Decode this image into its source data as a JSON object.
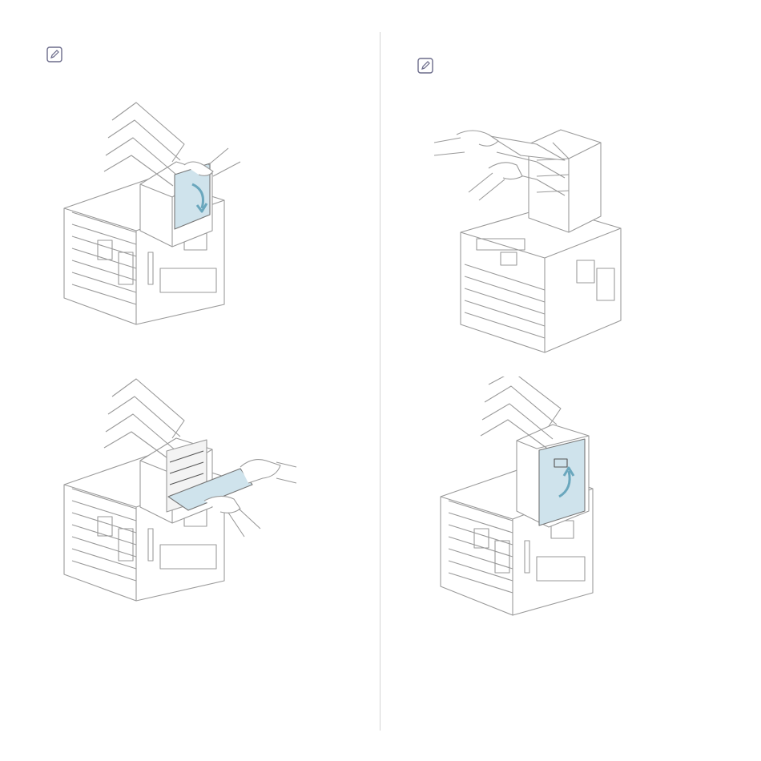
{
  "document": {
    "divider": "vertical-column-rule",
    "columns": [
      {
        "note_icon": "note-pencil-icon",
        "steps": [
          {
            "illustration": "open-top-output-cover"
          },
          {
            "illustration": "pull-jammed-paper-from-rear"
          }
        ]
      },
      {
        "note_icon": "note-pencil-icon",
        "steps": [
          {
            "illustration": "remove-paper-from-mailbox-trays"
          },
          {
            "illustration": "close-top-output-cover"
          }
        ]
      }
    ]
  },
  "colors": {
    "line": "#9a9a9a",
    "paper": "#cfe3ec",
    "arrow": "#6aa7bd",
    "rule": "#d4d4d4",
    "icon": "#6b6b8a"
  }
}
